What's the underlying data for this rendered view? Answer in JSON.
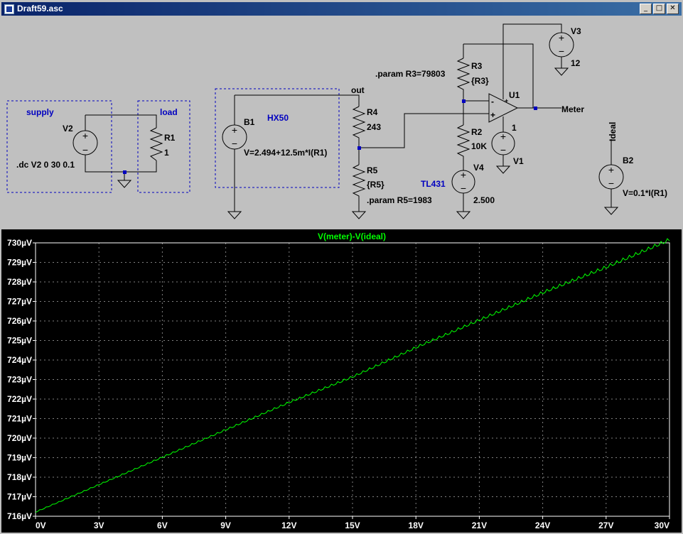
{
  "window": {
    "title": "Draft59.asc",
    "minimize": "_",
    "maximize": "□",
    "close": "✕"
  },
  "schematic": {
    "boxes": {
      "supply": "supply",
      "load": "load",
      "hx50": "HX50"
    },
    "directive_dc": ".dc V2 0 30 0.1",
    "param_r3": ".param R3=79803",
    "param_r5": ".param R5=1983",
    "components": {
      "v2": {
        "name": "V2"
      },
      "r1": {
        "name": "R1",
        "value": "1"
      },
      "b1": {
        "name": "B1",
        "value": "V=2.494+12.5m*I(R1)"
      },
      "r4": {
        "name": "R4",
        "value": "243"
      },
      "r5": {
        "name": "R5",
        "value": "{R5}"
      },
      "r3": {
        "name": "R3",
        "value": "{R3}"
      },
      "r2": {
        "name": "R2",
        "value": "10K"
      },
      "v4": {
        "name": "V4",
        "value": "2.500",
        "label": "TL431"
      },
      "u1": {
        "name": "U1"
      },
      "v1": {
        "name": "V1",
        "value": "1"
      },
      "v3": {
        "name": "V3",
        "value": "12"
      },
      "b2": {
        "name": "B2",
        "value": "V=0.1*I(R1)"
      }
    },
    "nets": {
      "out": "out",
      "meter": "Meter",
      "ideal": "Ideal"
    },
    "opamp_plus": "+",
    "opamp_minus": "-",
    "opamp_top_plus": "+"
  },
  "chart_data": {
    "type": "line",
    "title": "V(meter)-V(ideal)",
    "x_ticks": [
      "0V",
      "3V",
      "6V",
      "9V",
      "12V",
      "15V",
      "18V",
      "21V",
      "24V",
      "27V",
      "30V"
    ],
    "y_ticks": [
      "716µV",
      "717µV",
      "718µV",
      "719µV",
      "720µV",
      "721µV",
      "722µV",
      "723µV",
      "724µV",
      "725µV",
      "726µV",
      "727µV",
      "728µV",
      "729µV",
      "730µV"
    ],
    "xlim": [
      0,
      30
    ],
    "ylim_uV": [
      716,
      730
    ],
    "series": [
      {
        "x": [
          0,
          3,
          6,
          9,
          12,
          15,
          18,
          21,
          24,
          27,
          30
        ],
        "y_uV": [
          716.2,
          717.6,
          719.0,
          720.4,
          721.8,
          723.1,
          724.6,
          726.0,
          727.4,
          728.7,
          730.1
        ],
        "color": "#00ff00"
      }
    ],
    "grid": true,
    "background": "#000000",
    "title_color": "#00ff00"
  }
}
